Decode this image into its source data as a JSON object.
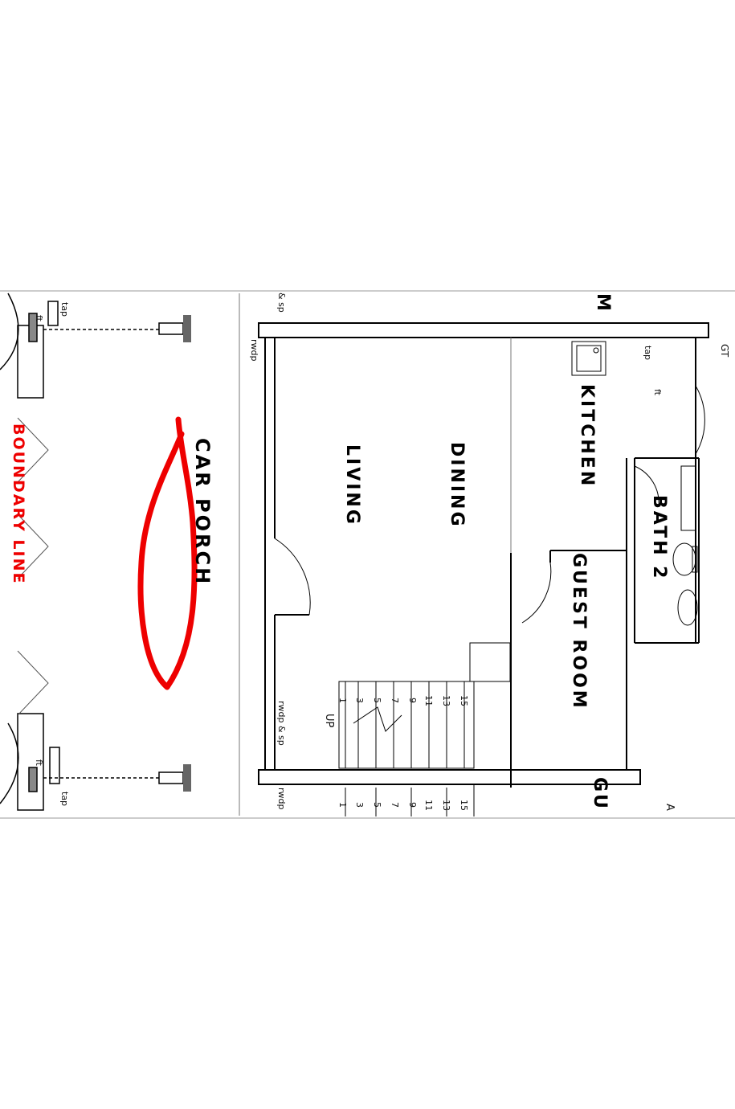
{
  "rooms": {
    "car_porch": "CAR PORCH",
    "living": "LIVING",
    "dining": "DINING",
    "kitchen": "KITCHEN",
    "bath_2": "BATH 2",
    "guest_room": "GUEST ROOM",
    "guest_room_partial": "GU",
    "top_partial": "M"
  },
  "boundary_line": "BOUNDARY LINE",
  "annotations": {
    "tap_top_left": "tap",
    "ft_top_left": "ft",
    "sp_top": "& sp",
    "rwdp_top": "rwdp",
    "tap_kitchen": "tap",
    "ft_kitchen": "ft",
    "gt": "GT",
    "rwdp_sp_mid": "rwdp & sp",
    "rwdp_lower": "rwdp",
    "tap_bottom_left": "tap",
    "ft_bottom_left": "ft",
    "up": "UP",
    "a_partial": "A"
  },
  "stairs_upper": [
    "1",
    "3",
    "5",
    "7",
    "9",
    "11",
    "13",
    "15"
  ],
  "stairs_lower": [
    "1",
    "3",
    "5",
    "7",
    "9",
    "11",
    "13",
    "15"
  ],
  "colors": {
    "markup": "#ee0000",
    "line": "#000000",
    "wall_grey": "#666666"
  }
}
